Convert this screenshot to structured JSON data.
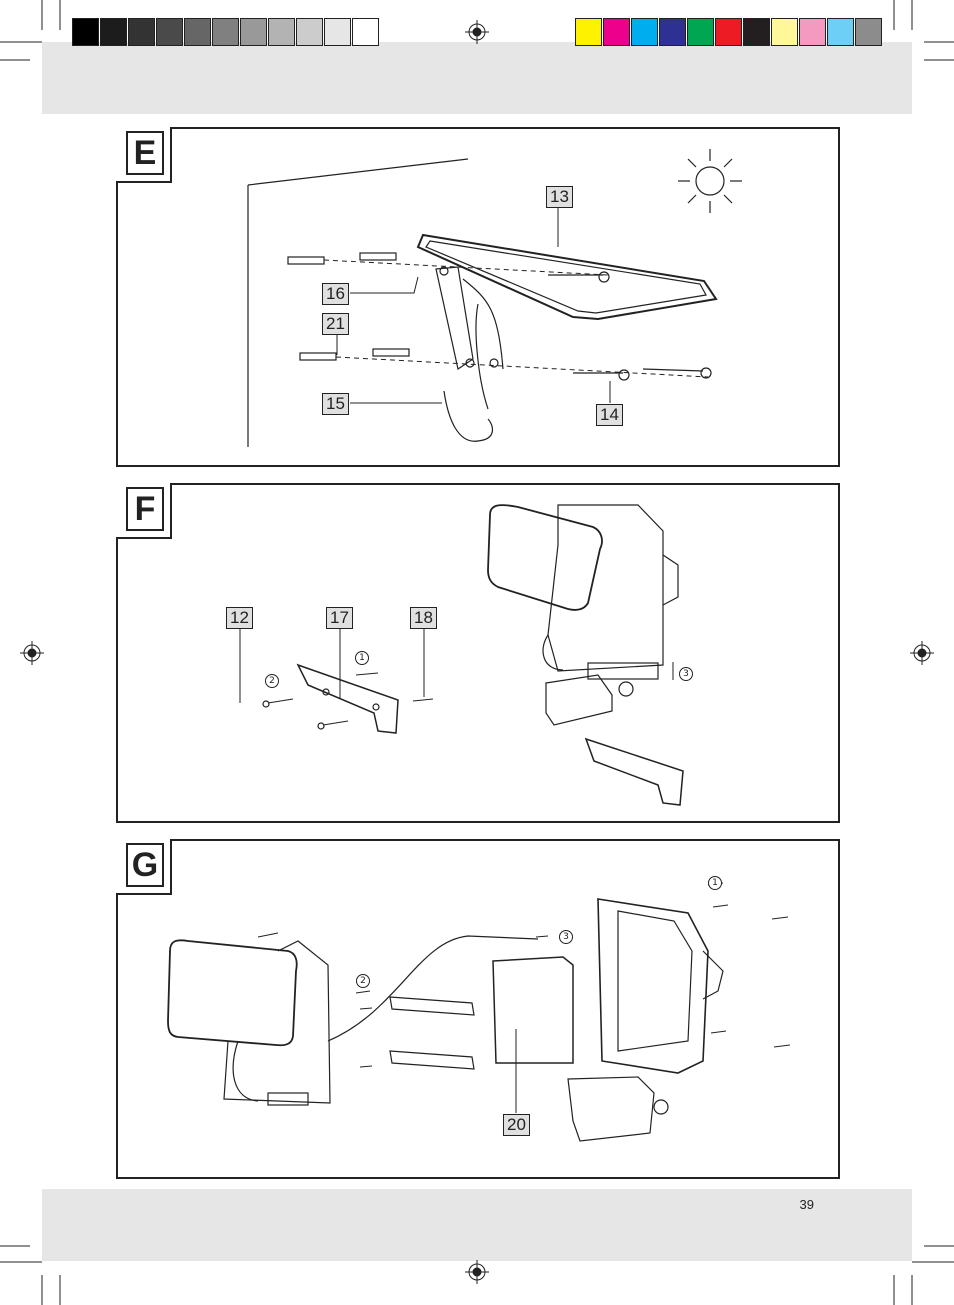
{
  "page": {
    "number": "39"
  },
  "colors": {
    "grays": [
      "#000000",
      "#1c1c1c",
      "#333333",
      "#4a4a4a",
      "#666666",
      "#808080",
      "#999999",
      "#b3b3b3",
      "#cccccc",
      "#e6e6e6",
      "#ffffff"
    ],
    "brights": [
      "#fff200",
      "#ec008c",
      "#00aeef",
      "#2e3192",
      "#00a651",
      "#ed1c24",
      "#231f20",
      "#fff799",
      "#f49ac1",
      "#6dcff6",
      "#8c8c8c"
    ]
  },
  "sections": {
    "E": {
      "letter": "E",
      "callouts": {
        "c13": "13",
        "c16": "16",
        "c21": "21",
        "c15": "15",
        "c14": "14"
      }
    },
    "F": {
      "letter": "F",
      "callouts": {
        "c12": "12",
        "c17": "17",
        "c18": "18"
      },
      "steps": {
        "s1": "1",
        "s2": "2",
        "s3": "3"
      }
    },
    "G": {
      "letter": "G",
      "callouts": {
        "c20": "20"
      },
      "steps": {
        "s1": "1",
        "s2": "2",
        "s3": "3"
      }
    }
  },
  "icons": {
    "registration_mark": "registration-mark-icon",
    "sun": "sun-icon"
  }
}
